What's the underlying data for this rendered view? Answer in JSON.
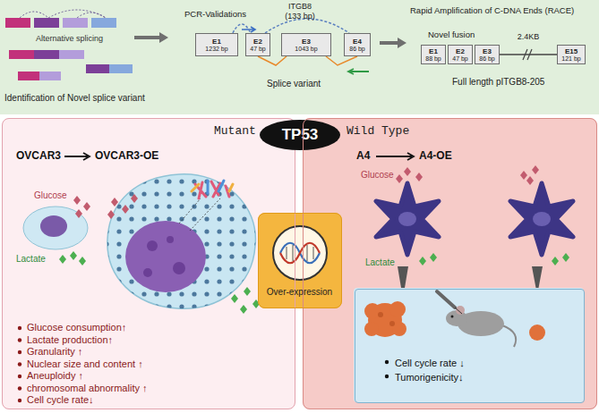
{
  "diagram": {
    "nodes": [
      {
        "text": [
          "E1",
          "1232 bp"
        ]
      },
      {
        "text": [
          "E2",
          "47 bp"
        ]
      },
      {
        "text": [
          "E3",
          "1043 bp"
        ]
      },
      {
        "text": [
          "E4",
          "86 bp"
        ]
      },
      {
        "text": [
          "E1",
          "88 bp"
        ]
      },
      {
        "text": [
          "E2",
          "47 bp"
        ]
      },
      {
        "text": [
          "E3",
          "86 bp"
        ]
      },
      {
        "text": [
          "E15",
          "121 bp"
        ]
      },
      {
        "text": [
          "Mutant"
        ]
      },
      {
        "text": [
          "TP53"
        ]
      },
      {
        "text": [
          "Wild Type"
        ]
      },
      {
        "text": [
          "Cell cycle rate ↓",
          "Tumorigenicity↓"
        ],
        "in": 10
      },
      {
        "text": [
          "Over-expression"
        ]
      }
    ],
    "edges": [
      {
        "from": 0,
        "to": 1,
        "arrow": "none"
      },
      {
        "from": 1,
        "to": 3,
        "arrow": "none"
      },
      {
        "from": 1,
        "to": 2,
        "arrow": "none"
      },
      {
        "from": 2,
        "to": 3,
        "arrow": "none"
      },
      {
        "from": 6,
        "to": 7,
        "label": "2.4KB",
        "arrow": "none"
      }
    ],
    "labels": [
      "Alternative splicing",
      "Identification of Novel splice variant",
      "PCR-Validations",
      "ITGB8 (133 bp)",
      "Splice variant",
      "Rapid Amplification of C-DNA Ends (RACE)",
      "Novel fusion",
      "Full length pITGB8-205",
      "OVCAR3",
      "OVCAR3-OE",
      "Glucose",
      "Lactate",
      "Glucose consumption↑",
      "Lactate production↑",
      "Granularity ↑",
      "Nuclear size and content ↑",
      "Aneuploidy ↑",
      "chromosomal abnormality ↑",
      "Cell cycle rate↓",
      "A4",
      "A4-OE",
      "Glucose",
      "Lactate"
    ]
  }
}
